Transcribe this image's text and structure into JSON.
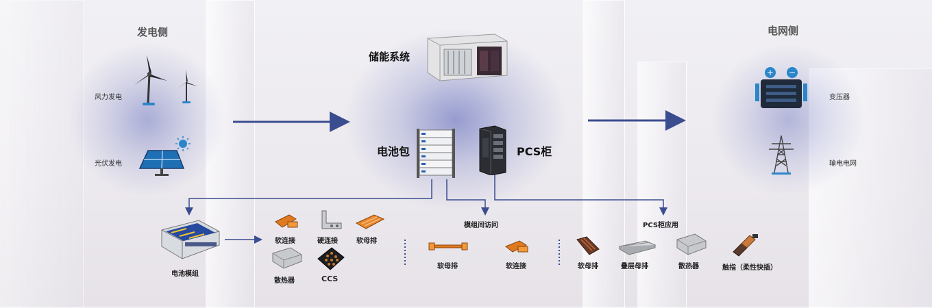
{
  "generation_side": {
    "title": "发电侧",
    "wind_label": "风力发电",
    "solar_label": "光伏发电"
  },
  "grid_side": {
    "title": "电网侧",
    "transformer_label": "变压器",
    "transmission_label": "输电电网"
  },
  "storage": {
    "title": "储能系统",
    "battery_pack_label": "电池包",
    "pcs_label": "PCS柜"
  },
  "battery_module": {
    "label": "电池模组",
    "components": [
      "软连接",
      "硬连接",
      "软母排",
      "散热器",
      "CCS"
    ]
  },
  "inter_module": {
    "title": "模组间访问",
    "components": [
      "软母排",
      "软连接"
    ]
  },
  "pcs_application": {
    "title": "PCS柜应用",
    "components": [
      "软母排",
      "叠层母排",
      "散热器",
      "触指（柔性快插）"
    ]
  },
  "colors": {
    "arrow": "#3a4d8f",
    "glow": "#2b3aa6"
  }
}
